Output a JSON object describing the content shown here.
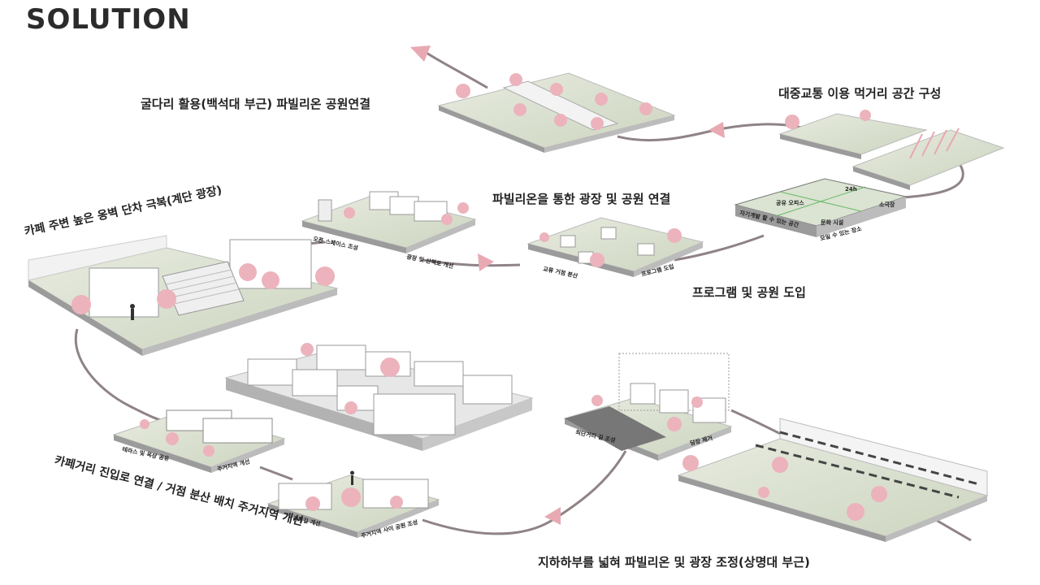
{
  "title": "SOLUTION",
  "captions": {
    "c1": "굴다리 활용(백석대 부근) 파빌리온 공원연결",
    "c2": "대중교통 이용 먹거리 공간 구성",
    "c3": "파빌리온을 통한 광장 및 공원 연결",
    "c4": "카페 주변 높은 옹벽 단차 극복(계단 광장)",
    "c5": "프로그램 및 공원 도입",
    "c6": "카페거리 진입로 연결 / 거점 분산 배치 주거지역 개선",
    "c7": "지하하부를 넓혀 파빌리온 및 광장 조정(상명대 부근)"
  },
  "labels": {
    "plaza_l1": "오픈 스페이스 조성",
    "plaza_l2": "광장 및 산책로 개선",
    "pav_l1": "교류 거점 분산",
    "pav_l2": "프로그램 도입",
    "prog_l1": "자기계발 할 수 있는 공간",
    "prog_l2": "모일 수 있는 장소",
    "prog_c1": "공유 오피스",
    "prog_c2": "24h",
    "prog_c3": "소극장",
    "prog_c4": "문화 시설",
    "cafe_l1": "테라스 및 옥상 공유",
    "cafe_l2": "주거지역 개선",
    "res_l1": "골목길 개선",
    "res_l2": "주거지역 사이 공원 조성",
    "road_l1": "최단거리 길 조성",
    "road_l2": "담장 제거"
  },
  "colors": {
    "pink": "#e8a9b3",
    "tree": "#ecb3bc",
    "ground": "#d6dccb",
    "slab": "#9b9b9b",
    "path": "#8f8386"
  }
}
